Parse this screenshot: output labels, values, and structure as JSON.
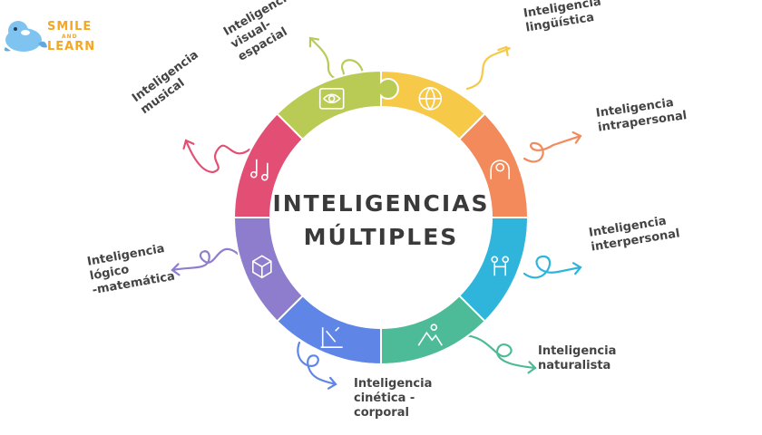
{
  "logo": {
    "line1": "SMILE",
    "line2": "AND",
    "line3": "LEARN"
  },
  "center": {
    "line1": "INTELIGENCIAS",
    "line2": "MÚLTIPLES"
  },
  "segments": [
    {
      "id": "linguistica",
      "label": "Inteligencia\nlingüística",
      "color": "#F7C948",
      "icon": "globe-icon"
    },
    {
      "id": "intrapersonal",
      "label": "Inteligencia\nintrapersonal",
      "color": "#F28A5B",
      "icon": "head-icon"
    },
    {
      "id": "interpersonal",
      "label": "Inteligencia\ninterpersonal",
      "color": "#2FB4DC",
      "icon": "people-icon"
    },
    {
      "id": "naturalista",
      "label": "Inteligencia\nnaturalista",
      "color": "#4DBB97",
      "icon": "mountain-icon"
    },
    {
      "id": "cinetica",
      "label": "Inteligencia\ncinética -\ncorporal",
      "color": "#5F86E6",
      "icon": "runner-icon"
    },
    {
      "id": "logico",
      "label": "Inteligencia\nlógico\n-matemática",
      "color": "#8E7CCC",
      "icon": "cube-icon"
    },
    {
      "id": "musical",
      "label": "Inteligencia\nmusical",
      "color": "#E34E75",
      "icon": "music-note-icon"
    },
    {
      "id": "visual",
      "label": "Inteligencia\nvisual-\nespacial",
      "color": "#BACB55",
      "icon": "eye-icon"
    }
  ]
}
